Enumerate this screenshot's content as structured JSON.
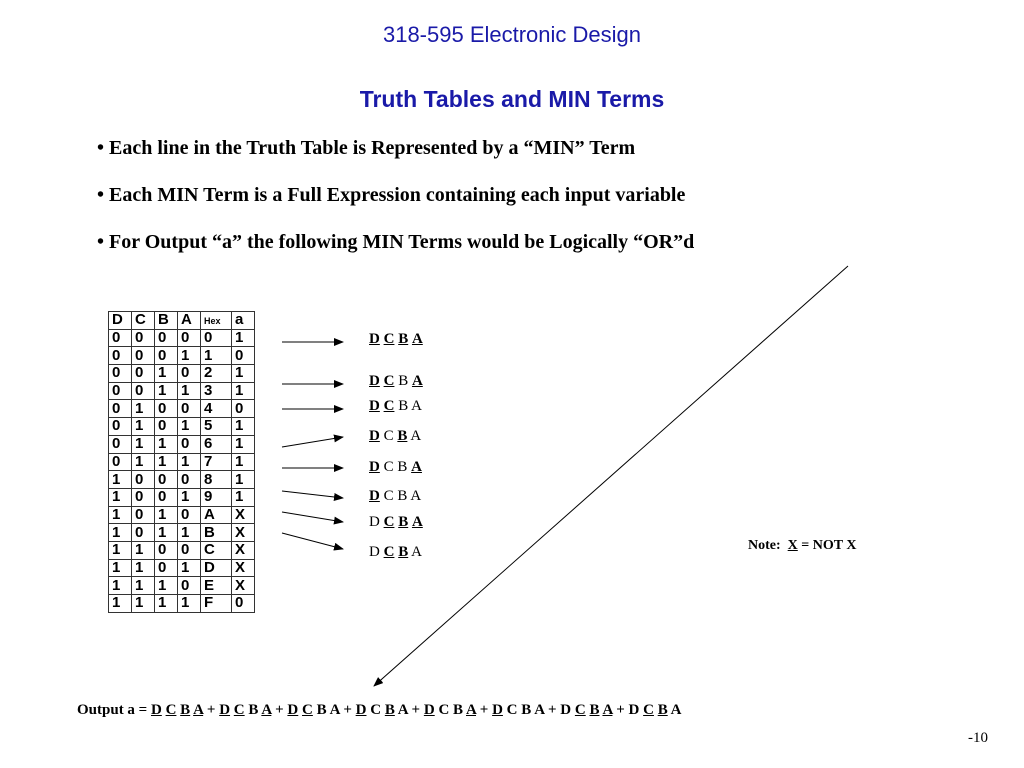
{
  "header": {
    "course": "318-595 Electronic Design"
  },
  "title": "Truth Tables and MIN Terms",
  "bullets": [
    "• Each line in the Truth Table is Represented by a “MIN” Term",
    "• Each MIN Term is a Full Expression containing each input variable",
    "• For Output “a” the following MIN Terms would be Logically “OR”d"
  ],
  "truth_table": {
    "headers": [
      "D",
      "C",
      "B",
      "A",
      "Hex",
      "a"
    ],
    "rows": [
      [
        "0",
        "0",
        "0",
        "0",
        "0",
        "1"
      ],
      [
        "0",
        "0",
        "0",
        "1",
        "1",
        "0"
      ],
      [
        "0",
        "0",
        "1",
        "0",
        "2",
        "1"
      ],
      [
        "0",
        "0",
        "1",
        "1",
        "3",
        "1"
      ],
      [
        "0",
        "1",
        "0",
        "0",
        "4",
        "0"
      ],
      [
        "0",
        "1",
        "0",
        "1",
        "5",
        "1"
      ],
      [
        "0",
        "1",
        "1",
        "0",
        "6",
        "1"
      ],
      [
        "0",
        "1",
        "1",
        "1",
        "7",
        "1"
      ],
      [
        "1",
        "0",
        "0",
        "0",
        "8",
        "1"
      ],
      [
        "1",
        "0",
        "0",
        "1",
        "9",
        "1"
      ],
      [
        "1",
        "0",
        "1",
        "0",
        "A",
        "X"
      ],
      [
        "1",
        "0",
        "1",
        "1",
        "B",
        "X"
      ],
      [
        "1",
        "1",
        "0",
        "0",
        "C",
        "X"
      ],
      [
        "1",
        "1",
        "0",
        "1",
        "D",
        "X"
      ],
      [
        "1",
        "1",
        "1",
        "0",
        "E",
        "X"
      ],
      [
        "1",
        "1",
        "1",
        "1",
        "F",
        "0"
      ]
    ]
  },
  "minterms": [
    {
      "vars": [
        "D",
        "C",
        "B",
        "A"
      ],
      "complemented": [
        true,
        true,
        true,
        true
      ]
    },
    {
      "vars": [
        "D",
        "C",
        "B",
        "A"
      ],
      "complemented": [
        true,
        true,
        false,
        true
      ]
    },
    {
      "vars": [
        "D",
        "C",
        "B",
        "A"
      ],
      "complemented": [
        true,
        true,
        false,
        false
      ]
    },
    {
      "vars": [
        "D",
        "C",
        "B",
        "A"
      ],
      "complemented": [
        true,
        false,
        true,
        false
      ]
    },
    {
      "vars": [
        "D",
        "C",
        "B",
        "A"
      ],
      "complemented": [
        true,
        false,
        false,
        true
      ]
    },
    {
      "vars": [
        "D",
        "C",
        "B",
        "A"
      ],
      "complemented": [
        true,
        false,
        false,
        false
      ]
    },
    {
      "vars": [
        "D",
        "C",
        "B",
        "A"
      ],
      "complemented": [
        false,
        true,
        true,
        true
      ]
    },
    {
      "vars": [
        "D",
        "C",
        "B",
        "A"
      ],
      "complemented": [
        false,
        true,
        true,
        false
      ]
    }
  ],
  "note": {
    "prefix": "Note:",
    "symbol": "X",
    "suffix": "= NOT X"
  },
  "output": {
    "label": "Output a =",
    "separator": "+"
  },
  "page_number": "-10"
}
